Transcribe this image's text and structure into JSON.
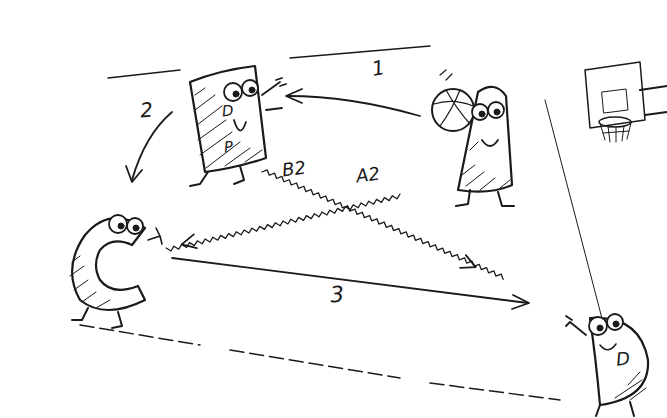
{
  "diagram": {
    "labels": [
      "1",
      "2",
      "3",
      "A2",
      "B2",
      "D",
      "P",
      "D"
    ]
  }
}
